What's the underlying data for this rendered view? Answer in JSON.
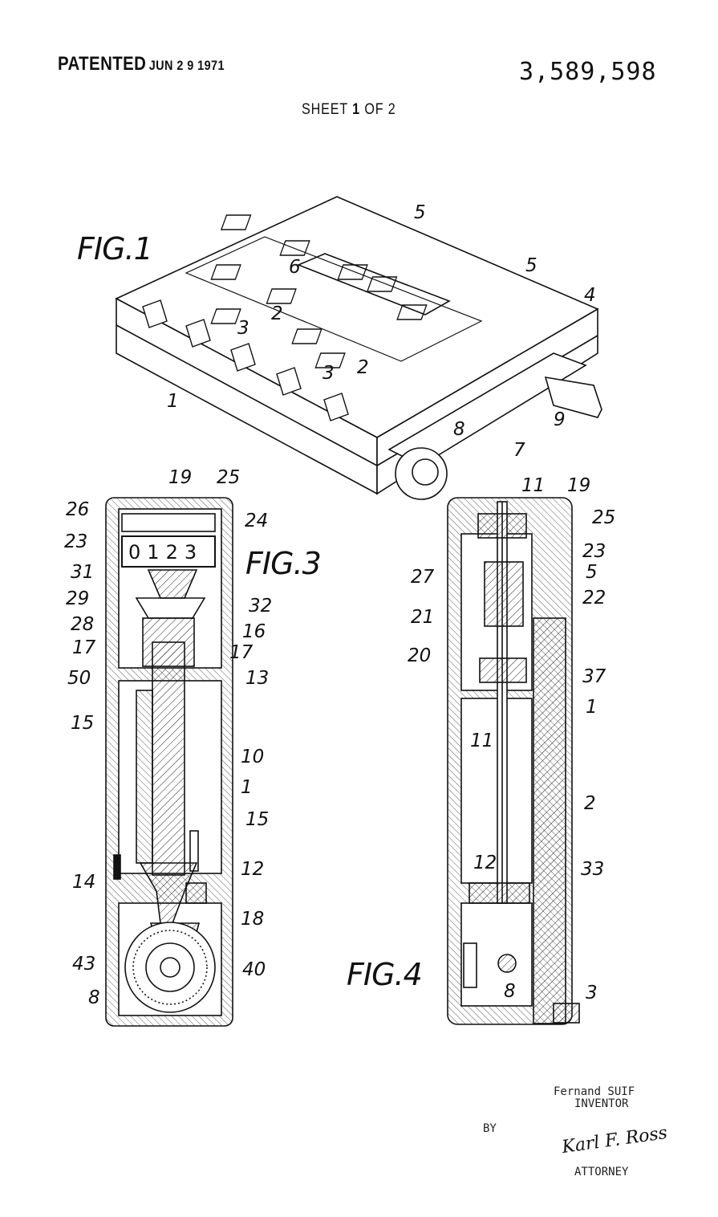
{
  "header": {
    "patented": "PATENTED",
    "date": "JUN 2 9 1971",
    "patent_number": "3,589,598",
    "sheet_prefix": "SHEET",
    "sheet_num": "1",
    "sheet_of": "OF",
    "sheet_total": "2"
  },
  "figures": {
    "fig1": "FIG.1",
    "fig3": "FIG.3",
    "fig4": "FIG.4"
  },
  "fig1_refs": [
    "5",
    "6",
    "5",
    "2",
    "3",
    "4",
    "2",
    "3",
    "1",
    "8",
    "9",
    "7"
  ],
  "fig3_refs": [
    "19",
    "25",
    "26",
    "24",
    "23",
    "31",
    "29",
    "32",
    "28",
    "16",
    "17",
    "17",
    "50",
    "13",
    "15",
    "10",
    "1",
    "15",
    "14",
    "12",
    "18",
    "43",
    "40",
    "8"
  ],
  "fig3_counter": [
    "0",
    "1",
    "2",
    "3"
  ],
  "fig4_refs": [
    "11",
    "19",
    "25",
    "23",
    "5",
    "27",
    "22",
    "21",
    "20",
    "37",
    "1",
    "11",
    "2",
    "12",
    "33",
    "8",
    "3"
  ],
  "footer": {
    "inventor_name": "Fernand SUIF",
    "inventor_label": "INVENTOR",
    "by": "BY",
    "signature": "Karl F. Ross",
    "attorney_label": "ATTORNEY"
  }
}
